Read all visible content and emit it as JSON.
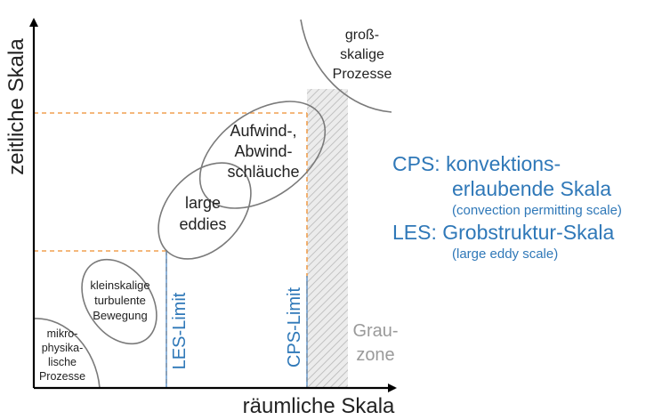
{
  "axes": {
    "x_label": "räumliche Skala",
    "y_label": "zeitliche Skala"
  },
  "regions": {
    "mikro": [
      "mikro-",
      "physika-",
      "lische",
      "Prozesse"
    ],
    "klein": [
      "kleinskalige",
      "turbulente",
      "Bewegung"
    ],
    "large": [
      "large",
      "eddies"
    ],
    "aufwind": [
      "Aufwind-,",
      "Abwind-",
      "schläuche"
    ],
    "gross": [
      "groß-",
      "skalige",
      "Prozesse"
    ]
  },
  "limits": {
    "les": "LES-Limit",
    "cps": "CPS-Limit"
  },
  "grauzone": [
    "Grau-",
    "zone"
  ],
  "legend": {
    "cps_line1": "CPS: konvektions-",
    "cps_line2": "erlaubende Skala",
    "cps_sub": "(convection permitting scale)",
    "les_line": "LES: Grobstruktur-Skala",
    "les_sub": "(large eddy scale)"
  },
  "colors": {
    "accent_blue": "#2f78b8",
    "dashed_orange": "#f0a050",
    "outline_gray": "#7a7a7a",
    "grauzone_gray": "#9a9a9a"
  }
}
